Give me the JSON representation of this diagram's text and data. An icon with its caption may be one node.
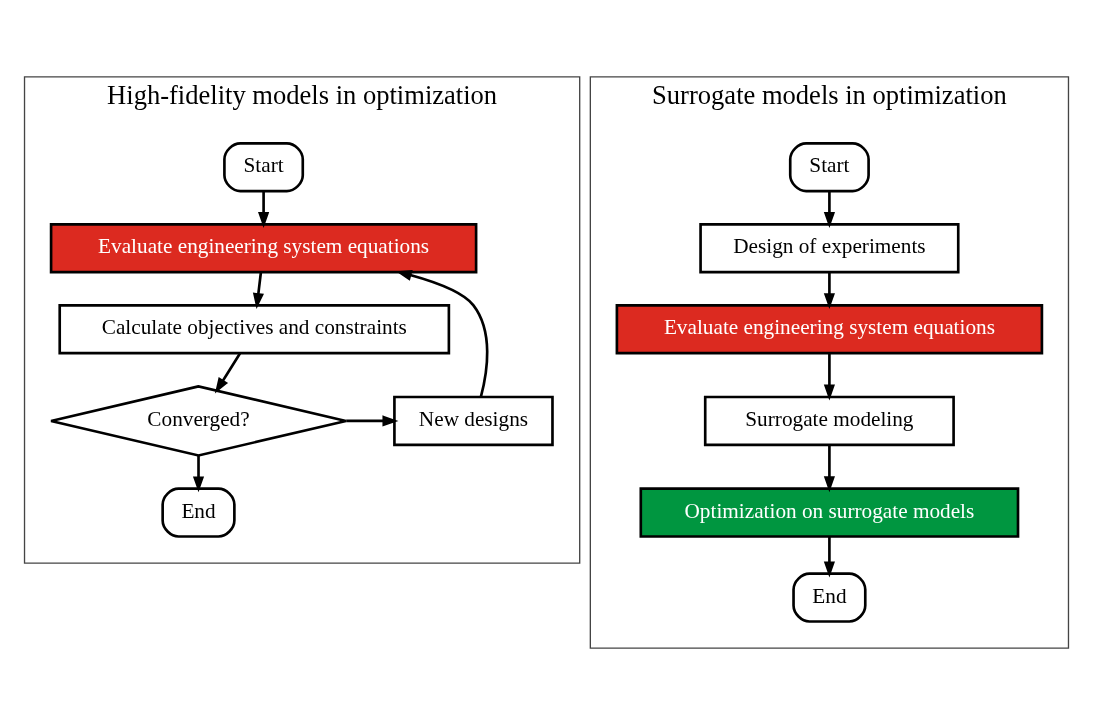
{
  "diagram": {
    "nodes": [
      {
        "text": [
          "High-fidelity models in optimization"
        ]
      },
      {
        "text": [
          "Start"
        ],
        "in": 0
      },
      {
        "text": [
          "Evaluate engineering system equations"
        ],
        "in": 0
      },
      {
        "text": [
          "Calculate objectives and constraints"
        ],
        "in": 0
      },
      {
        "text": [
          "Converged?"
        ],
        "in": 0
      },
      {
        "text": [
          "New designs"
        ],
        "in": 0
      },
      {
        "text": [
          "End"
        ],
        "in": 0
      },
      {
        "text": [
          "Surrogate models in optimization"
        ]
      },
      {
        "text": [
          "Start"
        ],
        "in": 7
      },
      {
        "text": [
          "Design of experiments"
        ],
        "in": 7
      },
      {
        "text": [
          "Evaluate engineering system equations"
        ],
        "in": 7
      },
      {
        "text": [
          "Surrogate modeling"
        ],
        "in": 7
      },
      {
        "text": [
          "Optimization on surrogate models"
        ],
        "in": 7
      },
      {
        "text": [
          "End"
        ],
        "in": 7
      }
    ],
    "edges": [
      {
        "from": 1,
        "to": 2,
        "arrow": "to"
      },
      {
        "from": 2,
        "to": 3,
        "arrow": "to"
      },
      {
        "from": 3,
        "to": 4,
        "arrow": "to"
      },
      {
        "from": 4,
        "to": 5,
        "arrow": "to"
      },
      {
        "from": 5,
        "to": 2,
        "arrow": "to"
      },
      {
        "from": 4,
        "to": 6,
        "arrow": "to"
      },
      {
        "from": 8,
        "to": 9,
        "arrow": "to"
      },
      {
        "from": 9,
        "to": 10,
        "arrow": "to"
      },
      {
        "from": 10,
        "to": 11,
        "arrow": "to"
      },
      {
        "from": 11,
        "to": 12,
        "arrow": "to"
      },
      {
        "from": 12,
        "to": 13,
        "arrow": "to"
      }
    ]
  }
}
